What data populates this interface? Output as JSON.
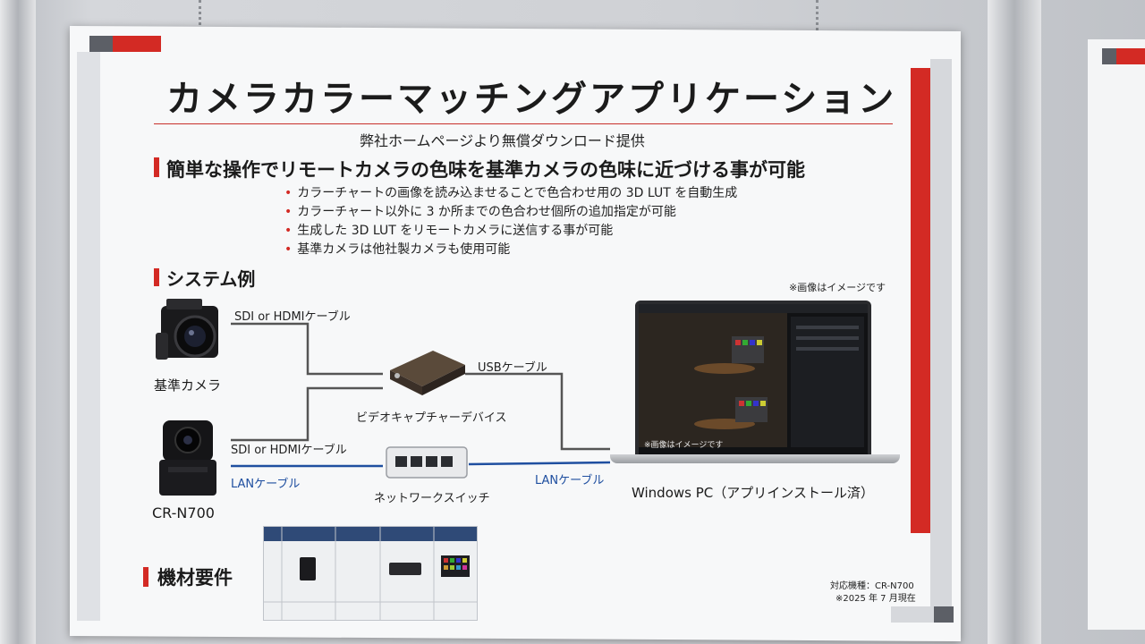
{
  "poster": {
    "title": "カメラカラーマッチングアプリケーション",
    "subtitle": "弊社ホームページより無償ダウンロード提供",
    "feature_heading": "簡単な操作でリモートカメラの色味を基準カメラの色味に近づける事が可能",
    "bullets": [
      "カラーチャートの画像を読み込ませることで色合わせ用の 3D LUT を自動生成",
      "カラーチャート以外に 3 か所までの色合わせ個所の追加指定が可能",
      "生成した 3D LUT をリモートカメラに送信する事が可能",
      "基準カメラは他社製カメラも使用可能"
    ],
    "system_heading": "システム例",
    "image_note": "※画像はイメージです",
    "diagram": {
      "cable_sdi_1": "SDI or HDMIケーブル",
      "cable_sdi_2": "SDI or HDMIケーブル",
      "cable_usb": "USBケーブル",
      "cable_lan_1": "LANケーブル",
      "cable_lan_2": "LANケーブル",
      "reference_camera": "基準カメラ",
      "remote_camera": "CR-N700",
      "capture_device": "ビデオキャプチャーデバイス",
      "network_switch": "ネットワークスイッチ",
      "pc": "Windows PC（アプリインストール済）",
      "screen_note": "※画像はイメージです"
    },
    "equipment_heading": "機材要件",
    "supported_model": "対応機種：CR-N700",
    "as_of": "※2025 年 7 月現在"
  },
  "colors": {
    "accent_red": "#d32a24",
    "lan_blue": "#1f4fa0",
    "table_header": "#2f4a77"
  }
}
